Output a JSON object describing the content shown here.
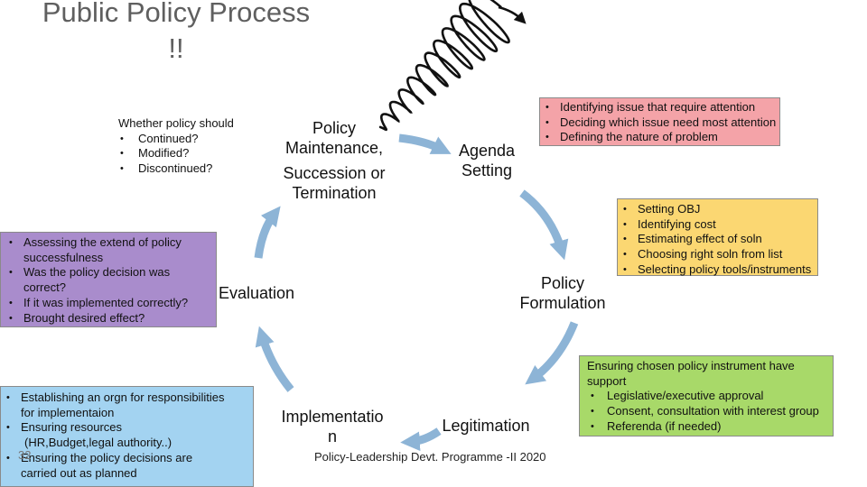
{
  "title": {
    "line1": "Public Policy Process",
    "line2": "!!"
  },
  "stages": {
    "maintenance": {
      "line1": "Policy",
      "line2": "Maintenance,",
      "line3": "Succession or",
      "line4": "Termination"
    },
    "agenda": {
      "line1": "Agenda",
      "line2": "Setting"
    },
    "formulation": {
      "line1": "Policy",
      "line2": "Formulation"
    },
    "legitimation": {
      "line1": "Legitimation"
    },
    "implementation": {
      "line1": "Implementatio",
      "line2": "n"
    },
    "evaluation": {
      "line1": "Evaluation"
    }
  },
  "boxes": {
    "maintenance_note": {
      "heading": "Whether policy should",
      "items": [
        "Continued?",
        "Modified?",
        "Discontinued?"
      ]
    },
    "agenda_note": {
      "items": [
        "Identifying issue that require attention",
        "Deciding which issue need most attention",
        "Defining the nature of problem"
      ],
      "color": "#f4a3a8"
    },
    "formulation_note": {
      "items": [
        "Setting OBJ",
        "Identifying cost",
        "Estimating effect of soln",
        "Choosing right soln from list",
        "Selecting policy tools/instruments"
      ],
      "color": "#fbd772"
    },
    "evaluation_note": {
      "items": [
        {
          "line1": "Assessing the extend of policy",
          "line2": "successfulness"
        },
        {
          "line1": "Was the policy decision was",
          "line2": "correct?"
        },
        {
          "line1": "If it was implemented correctly?",
          "line2": ""
        },
        {
          "line1": "Brought desired effect?",
          "line2": ""
        }
      ],
      "color": "#a98ccc"
    },
    "implementation_note": {
      "items": [
        {
          "line1": "Establishing an orgn for responsibilities",
          "line2": "for implementaion"
        },
        {
          "line1": "Ensuring resources",
          "line2": "(HR,Budget,legal authority..)"
        },
        {
          "line1": "Ensuring the policy decisions are",
          "line2": "carried out  as planned"
        }
      ],
      "color": "#a3d3f1"
    },
    "legitimation_note": {
      "heading": "Ensuring chosen policy instrument have  support",
      "items": [
        "Legislative/executive approval",
        "Consent, consultation with interest group",
        "Referenda (if needed)"
      ],
      "color": "#a8d969"
    }
  },
  "footer": "Policy-Leadership Devt. Programme -II 2020",
  "page_number": "32",
  "arrow_color": "#8db4d6",
  "spring_color": "#111111"
}
